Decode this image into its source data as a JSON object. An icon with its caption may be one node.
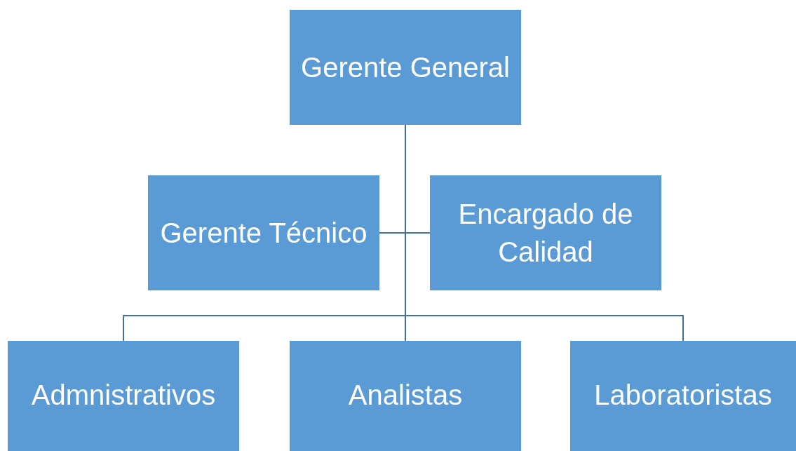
{
  "diagram": {
    "nodes": [
      {
        "text": [
          "Gerente General"
        ]
      },
      {
        "text": [
          "Gerente Técnico"
        ]
      },
      {
        "text": [
          "Encargado de Calidad"
        ]
      },
      {
        "text": [
          "Admnistrativos"
        ]
      },
      {
        "text": [
          "Analistas"
        ]
      },
      {
        "text": [
          "Laboratoristas"
        ]
      }
    ],
    "edges": [
      {
        "from": 0,
        "to": 1,
        "arrow": "none"
      },
      {
        "from": 0,
        "to": 2,
        "arrow": "none"
      },
      {
        "from": 0,
        "to": 3,
        "arrow": "none"
      },
      {
        "from": 0,
        "to": 4,
        "arrow": "none"
      },
      {
        "from": 0,
        "to": 5,
        "arrow": "none"
      }
    ]
  }
}
